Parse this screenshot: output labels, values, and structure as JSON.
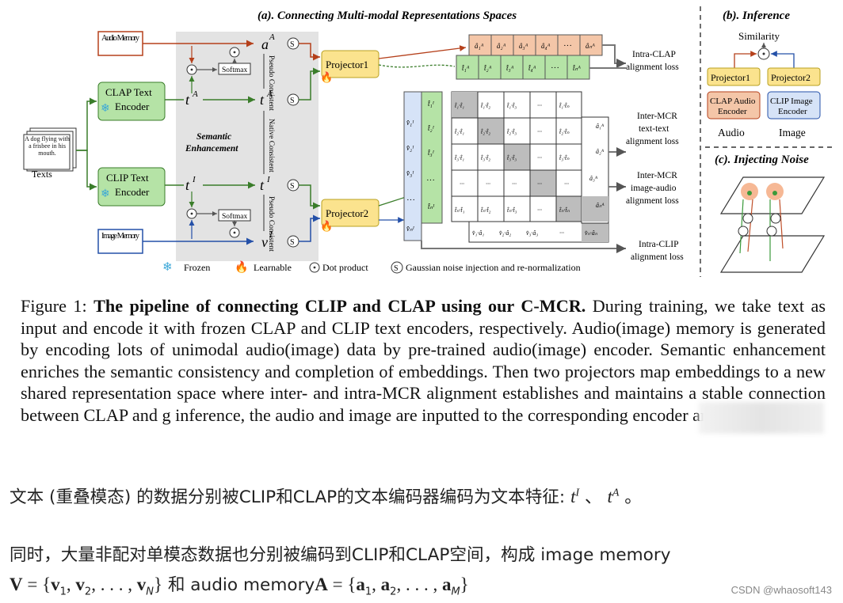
{
  "figure": {
    "title": "(a). Connecting Multi-modal Representations Spaces",
    "inference_title": "(b). Inference",
    "noise_title": "(c). Injecting Noise",
    "audio_memory": "Audio Memory",
    "image_memory": "Image Memory",
    "clap_text_encoder": "CLAP Text Encoder",
    "clip_text_encoder": "CLIP Text Encoder",
    "texts_note": "A dog flying with a frisbee in his mouth.",
    "texts_label": "Texts",
    "softmax": "Softmax",
    "semantic_enhancement": "Semantic Enhancement",
    "pseudo_consistent": "Pseudo Consistent",
    "native_consistent": "Native Consistent",
    "projector1": "Projector1",
    "projector2": "Projector2",
    "intra_clap": "Intra-CLAP alignment loss",
    "inter_text": "Inter-MCR text-text alignment loss",
    "inter_image_audio": "Inter-MCR image-audio alignment loss",
    "intra_clip": "Intra-CLIP alignment loss",
    "similarity": "Similarity",
    "clap_audio_encoder": "CLAP Audio Encoder",
    "clip_image_encoder": "CLIP Image Encoder",
    "audio": "Audio",
    "image": "Image",
    "legend_frozen": "Frozen",
    "legend_learnable": "Learnable",
    "legend_dot": "Dot product",
    "legend_noise": "Gaussian noise injection and re-normalization",
    "color_green": "#b5e3a6",
    "color_orange": "#f4c6a8",
    "color_yellow": "#fbe38e",
    "color_blue_box": "#d6e3f7",
    "color_gray_panel": "#e3e3e3",
    "icons": [
      "snowflake-icon",
      "flame-icon",
      "dot-product-icon",
      "noise-icon"
    ]
  },
  "caption": {
    "label": "Figure 1:",
    "bold": "The pipeline of connecting CLIP and CLAP using our C-MCR.",
    "text": "During training, we take text as input and encode it with frozen CLAP and CLIP text encoders, respectively. Audio(image) memory is generated by encoding lots of unimodal audio(image) data by pre-trained audio(image) encoder. Semantic enhancement enriches the semantic consistency and completion of embeddings. Then two projectors map embeddings to a new shared representation space where inter- and intra-MCR alignment establishes and maintains a stable connection between CLAP and",
    "text_end": "g inference, the audio and image are inputted to the corresponding encoder and projector."
  },
  "notes": {
    "line1_prefix": "文本 (重叠模态) 的数据分别被CLIP和CLAP的文本编码器编码为文本特征: ",
    "line1_sep": " 、 ",
    "line1_suffix": " 。",
    "line2": "同时，大量非配对单模态数据也分别被编码到CLIP和CLAP空间，构成 image memory",
    "line3_mid": " 和 audio memory",
    "tI": "t^I",
    "tA": "t^A",
    "V_set": "V = {v1, v2, ..., vN}",
    "A_set": "A = {a1, a2, ..., aM}"
  },
  "watermark": "CSDN @whaosoft143"
}
